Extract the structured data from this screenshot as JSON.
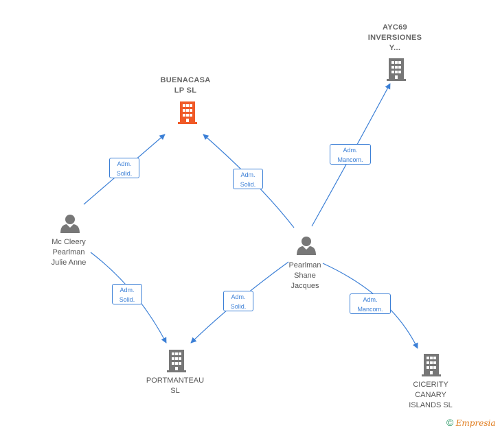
{
  "nodes": {
    "buenacasa": {
      "lines": [
        "BUENACASA",
        "LP  SL"
      ],
      "icon": "building-icon",
      "color": "#f05a28"
    },
    "ayc69": {
      "lines": [
        "AYC69",
        "INVERSIONES",
        "Y..."
      ],
      "icon": "building-icon",
      "color": "#777777"
    },
    "portmanteau": {
      "lines": [
        "PORTMANTEAU",
        "SL"
      ],
      "icon": "building-icon",
      "color": "#777777"
    },
    "cicerity": {
      "lines": [
        "CICERITY",
        "CANARY",
        "ISLANDS  SL"
      ],
      "icon": "building-icon",
      "color": "#777777"
    },
    "mccleery": {
      "lines": [
        "Mc Cleery",
        "Pearlman",
        "Julie Anne"
      ],
      "icon": "person-icon",
      "color": "#777777"
    },
    "pearlman": {
      "lines": [
        "Pearlman",
        "Shane",
        "Jacques"
      ],
      "icon": "person-icon",
      "color": "#777777"
    }
  },
  "edges": [
    {
      "from": "mccleery",
      "to": "buenacasa",
      "label": [
        "Adm.",
        "Solid."
      ]
    },
    {
      "from": "pearlman",
      "to": "buenacasa",
      "label": [
        "Adm.",
        "Solid."
      ]
    },
    {
      "from": "pearlman",
      "to": "ayc69",
      "label": [
        "Adm.",
        "Mancom."
      ]
    },
    {
      "from": "mccleery",
      "to": "portmanteau",
      "label": [
        "Adm.",
        "Solid."
      ]
    },
    {
      "from": "pearlman",
      "to": "portmanteau",
      "label": [
        "Adm.",
        "Solid."
      ]
    },
    {
      "from": "pearlman",
      "to": "cicerity",
      "label": [
        "Adm.",
        "Mancom."
      ]
    }
  ],
  "colors": {
    "edge": "#3b7fd6",
    "highlight": "#f05a28",
    "icon": "#777777"
  },
  "watermark": {
    "symbol": "©",
    "brand": "Empresia"
  }
}
